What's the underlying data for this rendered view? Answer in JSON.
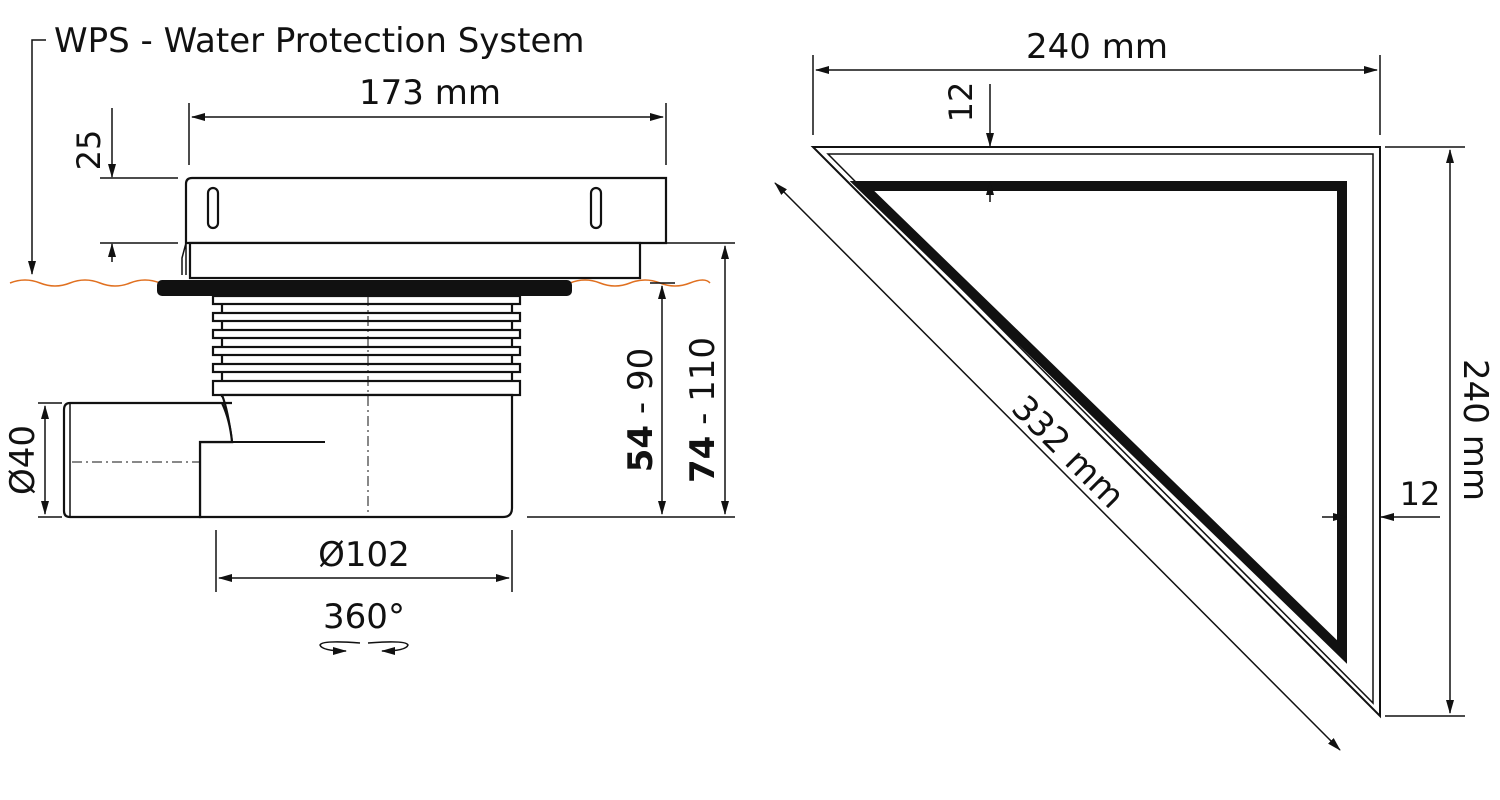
{
  "title": "WPS - Water Protection System",
  "colors": {
    "line": "#111111",
    "floor_line": "#e07020",
    "flange": "#111111"
  },
  "side_view": {
    "width": "173 mm",
    "grate_height": "25",
    "pipe_diameter": "Ø40",
    "body_diameter": "Ø102",
    "rotation": "360°",
    "height_min_bold": "54",
    "height_min_rest": " - 90",
    "height_max_bold": "74",
    "height_max_rest": " - 110"
  },
  "top_view": {
    "width": "240 mm",
    "height": "240 mm",
    "diagonal": "332 mm",
    "frame_top": "12",
    "frame_right": "12"
  }
}
